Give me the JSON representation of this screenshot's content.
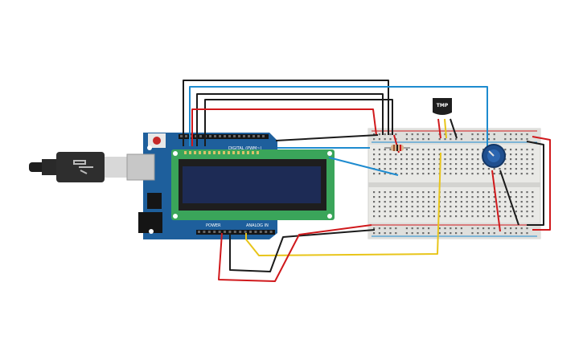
{
  "scene": {
    "title": "",
    "components": [
      {
        "name": "Arduino Uno R3",
        "kind": "microcontroller"
      },
      {
        "name": "LCD 16x2",
        "kind": "display"
      },
      {
        "name": "Breadboard",
        "kind": "prototyping board"
      },
      {
        "name": "Temperature sensor",
        "kind": "sensor"
      },
      {
        "name": "Potentiometer",
        "kind": "variable resistor"
      },
      {
        "name": "Resistor",
        "kind": "resistor"
      },
      {
        "name": "USB cable",
        "kind": "cable"
      }
    ]
  },
  "sensor": {
    "label": "TMP"
  },
  "arduino": {
    "digital_header_label": "DIGITAL (PWM~)",
    "power_header_label": "POWER",
    "analog_header_label": "ANALOG IN"
  },
  "colors": {
    "arduino_board": "#1e5f9c",
    "lcd_pcb": "#3aa55a",
    "lcd_screen": "#1d2b55",
    "breadboard": "#e9e9e6",
    "wire_black": "#1b1b1b",
    "wire_red": "#d0191c",
    "wire_blue": "#1e8bcf",
    "wire_yellow": "#e8c51a",
    "potentiometer": "#1f4f8f"
  }
}
